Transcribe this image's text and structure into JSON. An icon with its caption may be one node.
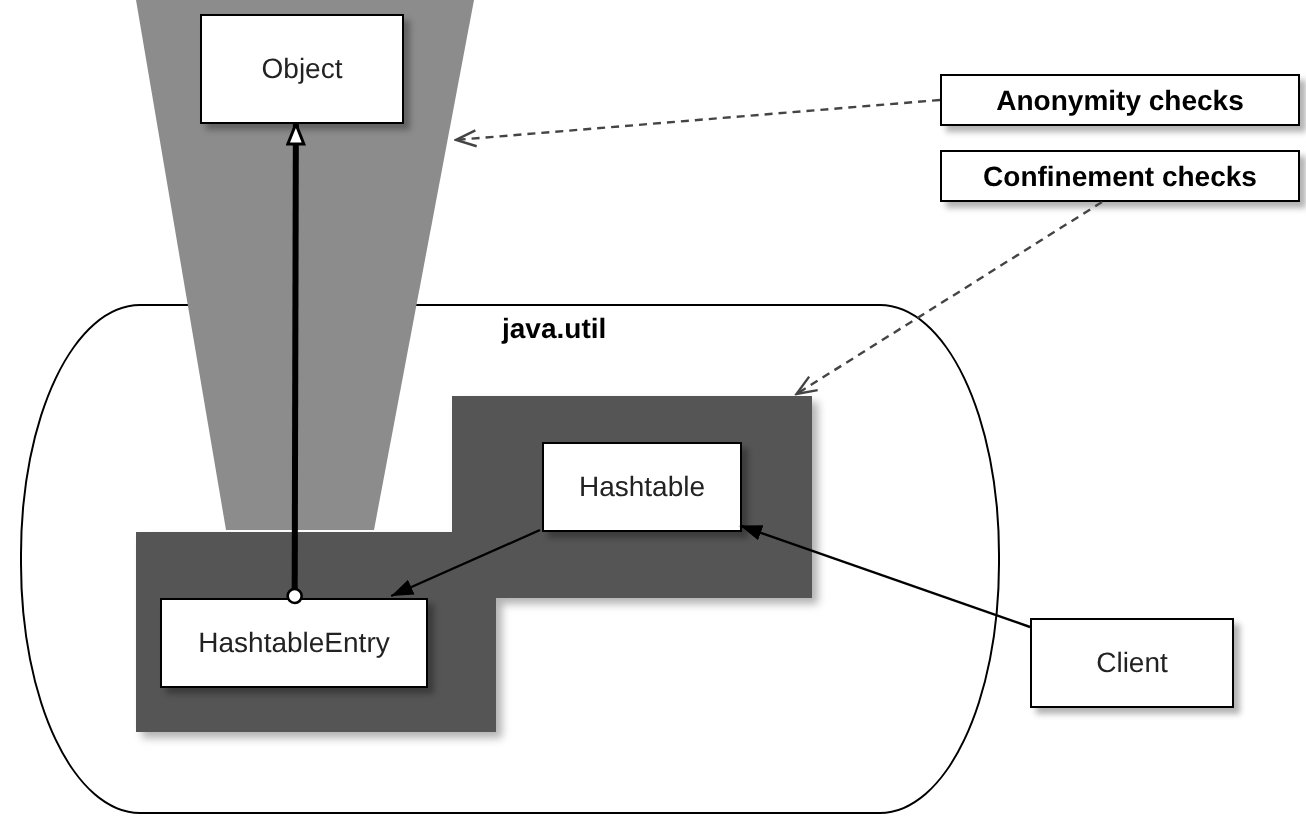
{
  "diagram": {
    "nodes": [
      {
        "text": [
          "java.util"
        ]
      },
      {
        "text": [],
        "shape": "trapezoid"
      },
      {
        "text": [],
        "shape": "polygon",
        "in": 0
      },
      {
        "text": [
          "Object"
        ],
        "in": 1
      },
      {
        "text": [
          "Hashtable"
        ],
        "in": 2
      },
      {
        "text": [
          "HashtableEntry"
        ],
        "in": 2
      },
      {
        "text": [
          "Client"
        ]
      },
      {
        "text": [
          "Anonymity checks"
        ]
      },
      {
        "text": [
          "Confinement checks"
        ]
      }
    ],
    "edges": [
      {
        "from": 5,
        "to": 3,
        "arrow": "to",
        "style": "thick"
      },
      {
        "from": 4,
        "to": 5,
        "arrow": "to"
      },
      {
        "from": 6,
        "to": 4,
        "arrow": "to"
      },
      {
        "from": 7,
        "to": 1,
        "arrow": "to",
        "style": "dashed"
      },
      {
        "from": 8,
        "to": 2,
        "arrow": "to",
        "style": "dashed"
      }
    ]
  }
}
